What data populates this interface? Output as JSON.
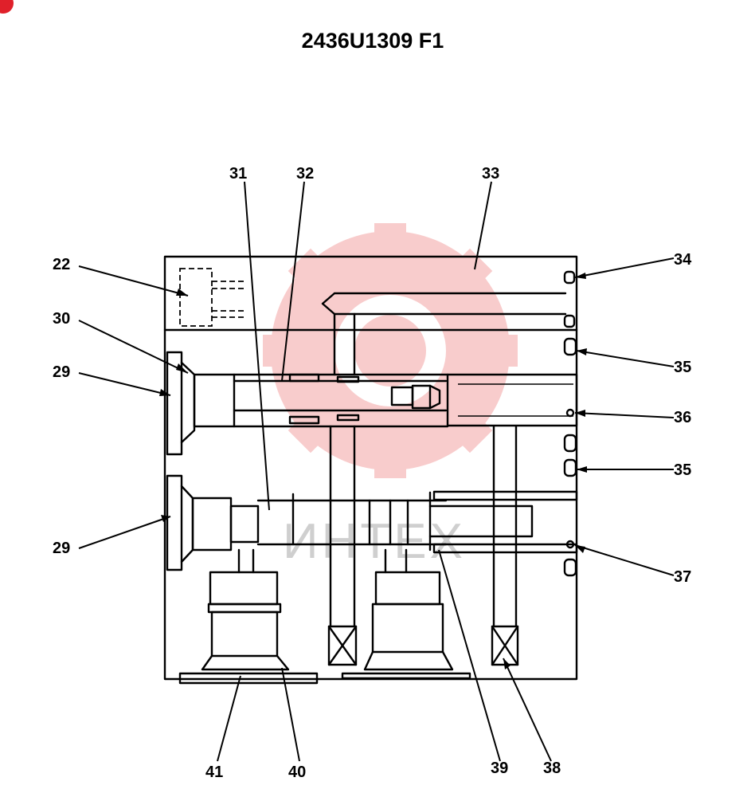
{
  "title": "2436U1309 F1",
  "watermark": {
    "text": "ИНТЕХ",
    "color": "#f4a3a3"
  },
  "badge_color": "#e0202a",
  "callouts": {
    "c22": "22",
    "c30": "30",
    "c29a": "29",
    "c29b": "29",
    "c31": "31",
    "c32": "32",
    "c33": "33",
    "c34": "34",
    "c35a": "35",
    "c36": "36",
    "c35b": "35",
    "c37": "37",
    "c41": "41",
    "c40": "40",
    "c39": "39",
    "c38": "38"
  }
}
